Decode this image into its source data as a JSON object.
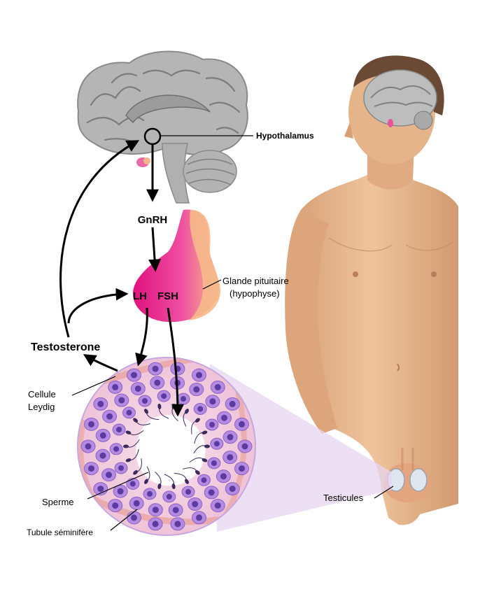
{
  "labels": {
    "hypothalamus": "Hypothalamus",
    "gnrh": "GnRH",
    "lh": "LH",
    "fsh": "FSH",
    "pituitary_line1": "Glande pituitaire",
    "pituitary_line2": "(hypophyse)",
    "testosterone": "Testosterone",
    "leydig_line1": "Cellule",
    "leydig_line2": "Leydig",
    "sperm": "Sperme",
    "tubule": "Tubule séminifère",
    "testicles": "Testicules"
  },
  "colors": {
    "brain": "#b3b3b3",
    "brain_fold": "#7c7c7c",
    "pituitary_pink": "#e21c8b",
    "pituitary_peach": "#f6b98a",
    "skin": "#e8b88f",
    "skin_shadow": "#cf9a70",
    "hair": "#6a4a34",
    "tubule_bg": "#f2cfe0",
    "tubule_band": "#e9a5a0",
    "cell": "#b48be0",
    "cell_nucleus": "#5d3aa1",
    "zoom": "#e7d6f2",
    "arrow": "#000000"
  }
}
